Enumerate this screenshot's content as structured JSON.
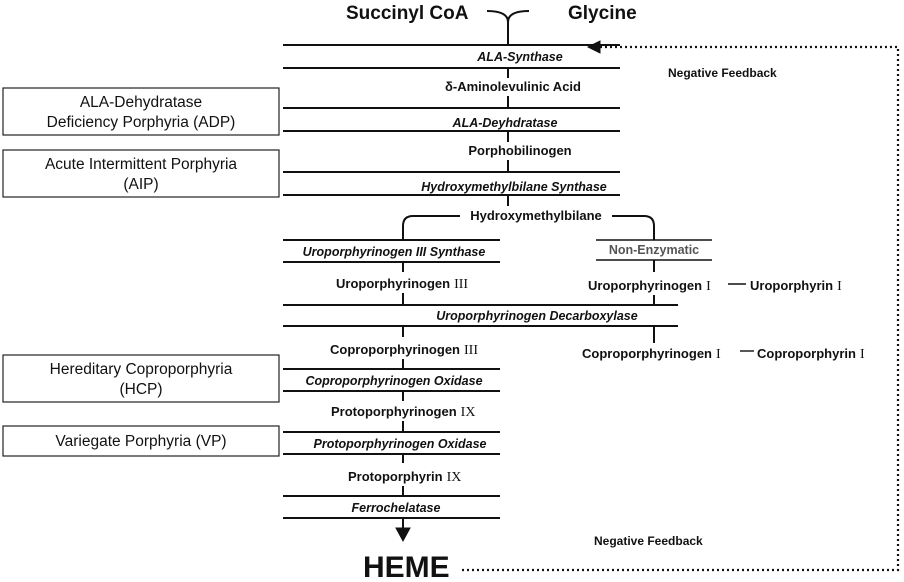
{
  "substrates": {
    "succinyl_coa": "Succinyl CoA",
    "glycine": "Glycine"
  },
  "enzymes": {
    "ala_synthase": "ALA-Synthase",
    "ala_dehydratase": "ALA-Deyhdratase",
    "hmb_synthase": "Hydroxymethylbilane Synthase",
    "uro3_synthase": "Uroporphyrinogen III Synthase",
    "uro_decarboxylase": "Uroporphyrinogen Decarboxylase",
    "copro_oxidase": "Coproporphyrinogen Oxidase",
    "proto_oxidase": "Protoporphyrinogen Oxidase",
    "ferrochelatase": "Ferrochelatase",
    "non_enzymatic": "Non-Enzymatic"
  },
  "intermediates": {
    "ala": "δ-Aminolevulinic Acid",
    "pbg": "Porphobilinogen",
    "hmb": "Hydroxymethylbilane",
    "uro3": {
      "name": "Uroporphyrinogen",
      "numeral": "III"
    },
    "copro3": {
      "name": "Coproporphyrinogen",
      "numeral": "III"
    },
    "proto_gen": {
      "name": "Protoporphyrinogen",
      "numeral": "IX"
    },
    "proto": {
      "name": "Protoporphyrin",
      "numeral": "IX"
    },
    "uro1": {
      "name": "Uroporphyrinogen",
      "numeral": "I"
    },
    "uroporphyrin1": {
      "name": "Uroporphyrin",
      "numeral": "I"
    },
    "copro1": {
      "name": "Coproporphyrinogen",
      "numeral": "I"
    },
    "coproporphyrin1": {
      "name": "Coproporphyrin",
      "numeral": "I"
    }
  },
  "product": "HEME",
  "feedback": {
    "top": "Negative Feedback",
    "bottom": "Negative Feedback"
  },
  "diseases": {
    "adp": {
      "line1": "ALA-Dehydratase",
      "line2": "Deficiency Porphyria (ADP)"
    },
    "aip": {
      "line1": "Acute Intermittent Porphyria",
      "line2": "(AIP)"
    },
    "hcp": {
      "line1": "Hereditary Coproporphyria",
      "line2": "(HCP)"
    },
    "vp": {
      "line1": "Variegate Porphyria  (VP)"
    }
  }
}
